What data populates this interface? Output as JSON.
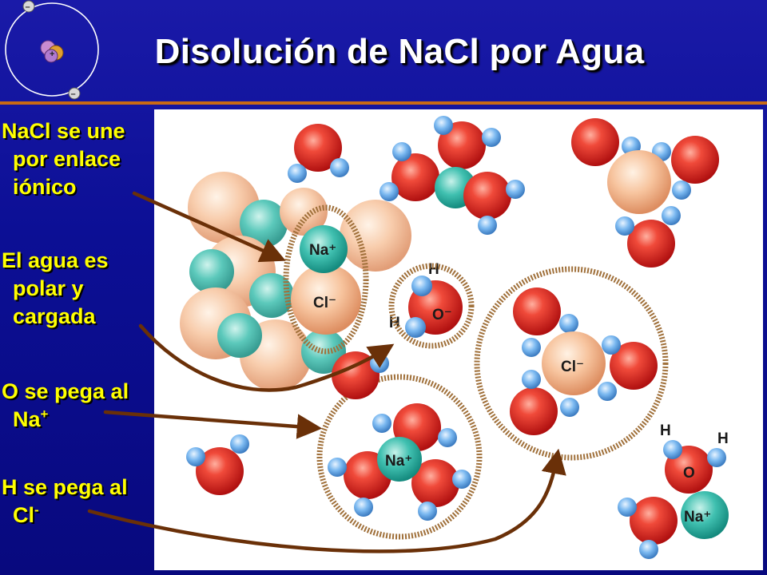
{
  "title": "Disolución de NaCl por Agua",
  "notes": [
    {
      "line1": "NaCl se une",
      "line2": "por enlace",
      "line3": "iónico"
    },
    {
      "line1": "El agua es",
      "line2": "polar y",
      "line3": "cargada"
    },
    {
      "line1": "O se pega al",
      "line2": "Na",
      "sup": "+"
    },
    {
      "line1": "H se pega al",
      "line2": "Cl",
      "sup": "-"
    }
  ],
  "labels": {
    "na": "Na⁺",
    "cl": "Cl⁻",
    "o": "O⁻",
    "h": "H"
  },
  "colors": {
    "background": "#0b0f8c",
    "note_text": "#ffff00",
    "divider": "#c96a14",
    "oxygen": "#e03a2a",
    "hydrogen": "#7ab8f0",
    "sodium": "#40c0b0",
    "chlorine": "#f7c49e"
  },
  "icons": [
    "atom-logo-icon"
  ]
}
